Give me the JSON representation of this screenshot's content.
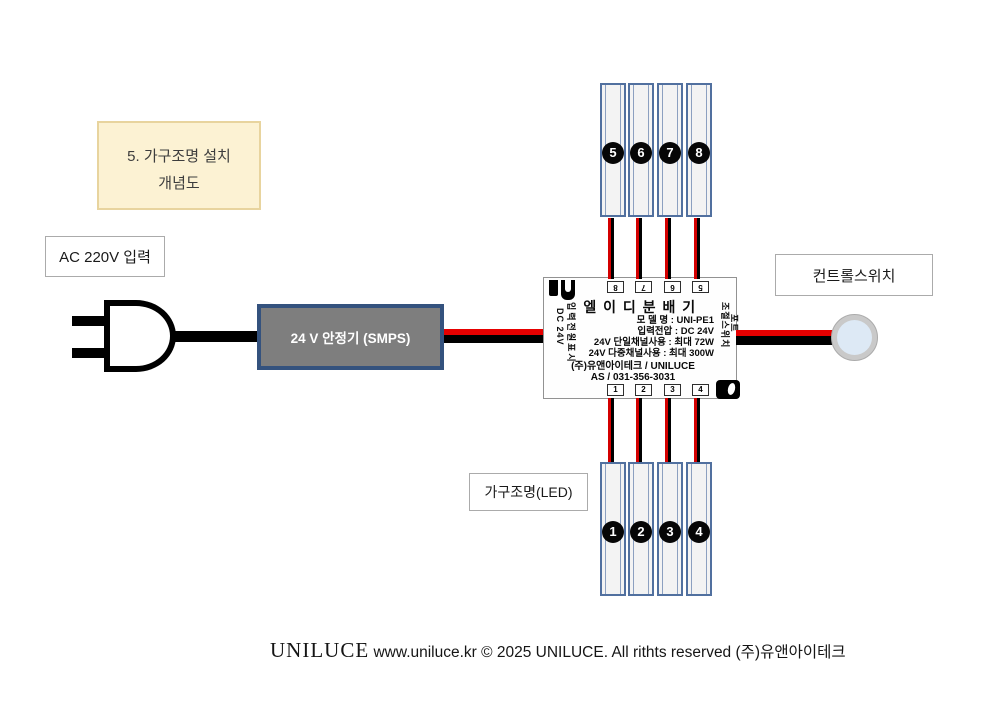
{
  "note": {
    "line1": "5. 가구조명 설치",
    "line2": "개념도"
  },
  "labels": {
    "ac_input": "AC 220V 입력",
    "smps": "24 V 안정기 (SMPS)",
    "control_switch": "컨트롤스위치",
    "led": "가구조명(LED)"
  },
  "distributor": {
    "title": "엘 이 디 분 배 기",
    "specs": [
      "모 델 명 : UNI-PE1",
      "입력전압 : DC 24V",
      "24V 단일채널사용 : 최대  72W",
      "24V 다중채널사용 : 최대 300W"
    ],
    "company": "(주)유앤아이테크 / UNILUCE",
    "service": "AS / 031-356-3031",
    "top_ports": [
      "8",
      "7",
      "6",
      "5"
    ],
    "bottom_ports": [
      "1",
      "2",
      "3",
      "4"
    ],
    "left_vertical_korean": "입력전원표시",
    "left_vertical_dc": "DC 24V",
    "right_vertical_korean": "조절스위치",
    "right_vertical_port": "포트"
  },
  "strips": {
    "top": [
      "5",
      "6",
      "7",
      "8"
    ],
    "bottom": [
      "1",
      "2",
      "3",
      "4"
    ]
  },
  "footer": {
    "brand": "UNILUCE",
    "text": "  www.uniluce.kr © 2025 UNILUCE.  All rithts reserved ",
    "company": "(주)유앤아이테크"
  },
  "colors": {
    "note_bg": "#FCF2D3",
    "note_border": "#E8D49E",
    "smps_fill": "#7E7E7E",
    "smps_border": "#34527E",
    "strip_border": "#51709F",
    "wire_red": "#E60000",
    "wire_black": "#000000",
    "switch_face": "#DDE9F5"
  }
}
